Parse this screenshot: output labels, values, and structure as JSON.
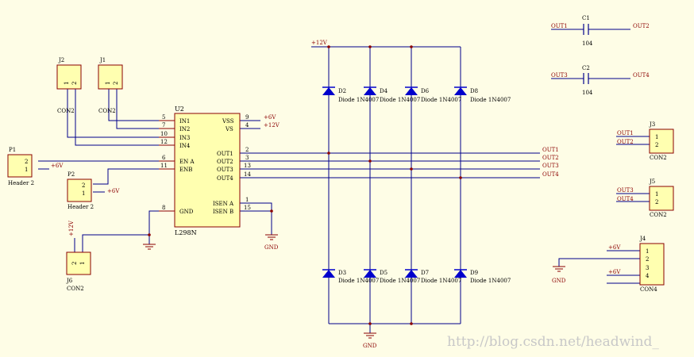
{
  "colors": {
    "background": "#fefde6",
    "wire": "#00008b",
    "component": "#8b0000",
    "component_fill": "#ffffb0",
    "diode": "#0000cc",
    "text": "#000000",
    "net_label": "#8b0000",
    "pin_text": "#000000"
  },
  "u2": {
    "ref": "U2",
    "part": "L298N",
    "left_pins": [
      {
        "num": "5",
        "name": "IN1"
      },
      {
        "num": "7",
        "name": "IN2"
      },
      {
        "num": "10",
        "name": "IN3"
      },
      {
        "num": "12",
        "name": "IN4"
      },
      {
        "num": "6",
        "name": "EN A"
      },
      {
        "num": "11",
        "name": "ENB"
      },
      {
        "num": "8",
        "name": "GND"
      }
    ],
    "right_pins": [
      {
        "num": "9",
        "name": "VSS"
      },
      {
        "num": "4",
        "name": "VS"
      },
      {
        "num": "2",
        "name": "OUT1"
      },
      {
        "num": "3",
        "name": "OUT2"
      },
      {
        "num": "13",
        "name": "OUT3"
      },
      {
        "num": "14",
        "name": "OUT4"
      },
      {
        "num": "1",
        "name": "ISEN A"
      },
      {
        "num": "15",
        "name": "ISEN B"
      }
    ]
  },
  "connectors": {
    "j2": {
      "ref": "J2",
      "part": "CON2",
      "pins": [
        "1",
        "2"
      ]
    },
    "j1": {
      "ref": "J1",
      "part": "CON2",
      "pins": [
        "1",
        "2"
      ]
    },
    "p1": {
      "ref": "P1",
      "part": "Header 2",
      "pins": [
        "2",
        "1"
      ]
    },
    "p2": {
      "ref": "P2",
      "part": "Header 2",
      "pins": [
        "2",
        "1"
      ]
    },
    "j6": {
      "ref": "J6",
      "part": "CON2",
      "pins": [
        "2",
        "1"
      ]
    },
    "j3": {
      "ref": "J3",
      "part": "CON2",
      "pins": [
        "1",
        "2"
      ]
    },
    "j5": {
      "ref": "J5",
      "part": "CON2",
      "pins": [
        "1",
        "2"
      ]
    },
    "j4": {
      "ref": "J4",
      "part": "CON4",
      "pins": [
        "1",
        "2",
        "3",
        "4"
      ]
    }
  },
  "capacitors": {
    "c1": {
      "ref": "C1",
      "value": "104",
      "left_net": "OUT1",
      "right_net": "OUT2"
    },
    "c2": {
      "ref": "C2",
      "value": "104",
      "left_net": "OUT3",
      "right_net": "OUT4"
    }
  },
  "diodes": {
    "top": [
      {
        "ref": "D2",
        "part": "Diode 1N4007"
      },
      {
        "ref": "D4",
        "part": "Diode 1N4007"
      },
      {
        "ref": "D6",
        "part": "Diode 1N4007"
      },
      {
        "ref": "D8",
        "part": "Diode 1N4007"
      }
    ],
    "bottom": [
      {
        "ref": "D3",
        "part": "Diode 1N4007"
      },
      {
        "ref": "D5",
        "part": "Diode 1N4007"
      },
      {
        "ref": "D7",
        "part": "Diode 1N4007"
      },
      {
        "ref": "D9",
        "part": "Diode 1N4007"
      }
    ]
  },
  "nets": {
    "plus6v": "+6V",
    "plus12v": "+12V",
    "gnd": "GND",
    "out1": "OUT1",
    "out2": "OUT2",
    "out3": "OUT3",
    "out4": "OUT4"
  },
  "watermark": "http://blog.csdn.net/headwind_"
}
